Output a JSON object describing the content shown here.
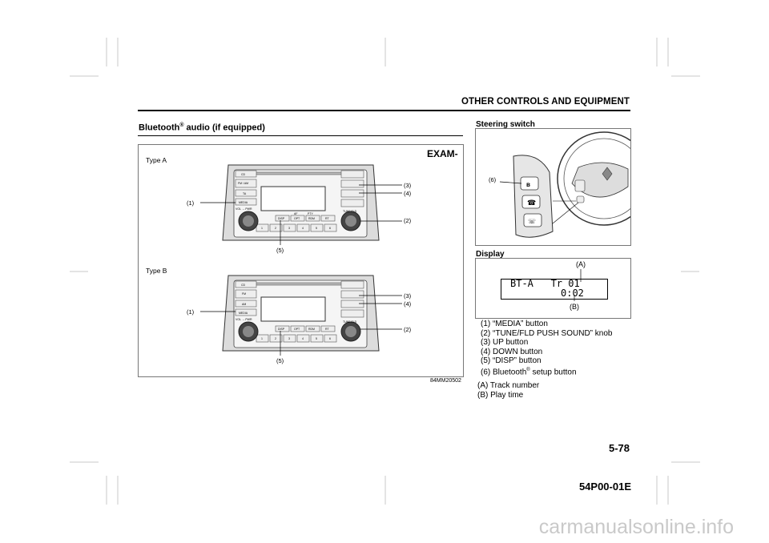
{
  "header": {
    "section_title": "OTHER CONTROLS AND EQUIPMENT",
    "page_number": "5-78",
    "doc_code": "54P00-01E",
    "watermark": "carmanualsonline.info"
  },
  "left": {
    "title": "Bluetooth",
    "title_sup": "®",
    "title_rest": " audio (if equipped)",
    "example_tag": "EXAM-",
    "type_a": "Type A",
    "type_b": "Type B",
    "callouts_a": {
      "c1": "(1)",
      "c2": "(2)",
      "c3": "(3)",
      "c4": "(4)",
      "c5": "(5)"
    },
    "callouts_b": {
      "c1": "(1)",
      "c2": "(2)",
      "c3": "(3)",
      "c4": "(4)",
      "c5": "(5)"
    },
    "figure_code": "84MM20502",
    "radio_a": {
      "cd": "CD",
      "fmam": "FM / AM",
      "ta": "TA",
      "media": "MEDIA",
      "vol": "VOL → PWR",
      "tune": "TUNE FLD",
      "disp": "DISP",
      "opt": "OPT",
      "rdm": "RDM",
      "rt": "RT",
      "af": "AF",
      "pty": "PTY",
      "presets": [
        "1",
        "2",
        "3",
        "4",
        "5",
        "6"
      ]
    },
    "radio_b": {
      "cd": "CD",
      "fm": "FM",
      "am": "AM",
      "media": "MEDIA",
      "vol": "VOL → PWR",
      "tune": "TUNE FLD",
      "disp": "DISP",
      "opt": "OPT",
      "rdm": "RDM",
      "rt": "RT",
      "presets": [
        "1",
        "2",
        "3",
        "4",
        "5",
        "6"
      ]
    }
  },
  "right": {
    "steering_title": "Steering switch",
    "steering_callout": "(6)",
    "display_title": "Display",
    "display_line1": "BT-A   Tr 01",
    "display_line2": "0:02",
    "display_a": "(A)",
    "display_b": "(B)",
    "legend": [
      "(1) “MEDIA” button",
      "(2) “TUNE/FLD PUSH SOUND” knob",
      "(3) UP button",
      "(4) DOWN button",
      "(5) “DISP” button"
    ],
    "legend_6_pre": "(6) Bluetooth",
    "legend_6_sup": "®",
    "legend_6_post": " setup button",
    "legend_ab": [
      "(A) Track number",
      "(B) Play time"
    ]
  }
}
